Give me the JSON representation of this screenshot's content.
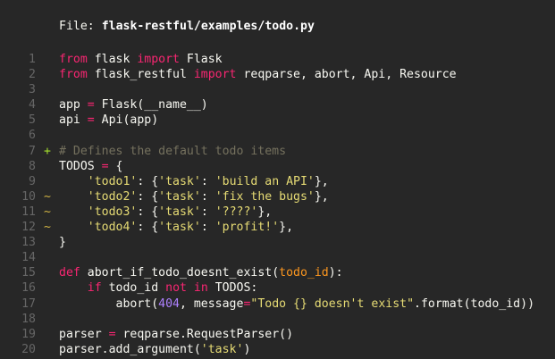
{
  "header": {
    "label": "File:",
    "path": "flask-restful/examples/todo.py"
  },
  "colors": {
    "background": "#272727",
    "plain": "#f8f8f2",
    "header_path": "#ffffff",
    "keyword": "#f92672",
    "string": "#e6db74",
    "comment": "#75715e",
    "number": "#ae81ff",
    "param": "#fd971f",
    "line_number": "#666666",
    "marker_add": "#a6e22e",
    "marker_mod": "#d0b344"
  },
  "lines": [
    {
      "n": "1",
      "m": "",
      "t": [
        [
          "k",
          "from"
        ],
        [
          "p",
          " flask "
        ],
        [
          "k",
          "import"
        ],
        [
          "p",
          " Flask"
        ]
      ]
    },
    {
      "n": "2",
      "m": "",
      "t": [
        [
          "k",
          "from"
        ],
        [
          "p",
          " flask_restful "
        ],
        [
          "k",
          "import"
        ],
        [
          "p",
          " reqparse, abort, Api, Resource"
        ]
      ]
    },
    {
      "n": "3",
      "m": "",
      "t": []
    },
    {
      "n": "4",
      "m": "",
      "t": [
        [
          "p",
          "app "
        ],
        [
          "k",
          "="
        ],
        [
          "p",
          " Flask(__name__)"
        ]
      ]
    },
    {
      "n": "5",
      "m": "",
      "t": [
        [
          "p",
          "api "
        ],
        [
          "k",
          "="
        ],
        [
          "p",
          " Api(app)"
        ]
      ]
    },
    {
      "n": "6",
      "m": "",
      "t": []
    },
    {
      "n": "7",
      "m": "+",
      "t": [
        [
          "c",
          "# Defines the default todo items"
        ]
      ]
    },
    {
      "n": "8",
      "m": "",
      "t": [
        [
          "p",
          "TODOS "
        ],
        [
          "k",
          "="
        ],
        [
          "p",
          " {"
        ]
      ]
    },
    {
      "n": "9",
      "m": "",
      "t": [
        [
          "p",
          "    "
        ],
        [
          "s",
          "'todo1'"
        ],
        [
          "p",
          ": {"
        ],
        [
          "s",
          "'task'"
        ],
        [
          "p",
          ": "
        ],
        [
          "s",
          "'build an API'"
        ],
        [
          "p",
          "},"
        ]
      ]
    },
    {
      "n": "10",
      "m": "~",
      "t": [
        [
          "p",
          "    "
        ],
        [
          "s",
          "'todo2'"
        ],
        [
          "p",
          ": {"
        ],
        [
          "s",
          "'task'"
        ],
        [
          "p",
          ": "
        ],
        [
          "s",
          "'fix the bugs'"
        ],
        [
          "p",
          "},"
        ]
      ]
    },
    {
      "n": "11",
      "m": "~",
      "t": [
        [
          "p",
          "    "
        ],
        [
          "s",
          "'todo3'"
        ],
        [
          "p",
          ": {"
        ],
        [
          "s",
          "'task'"
        ],
        [
          "p",
          ": "
        ],
        [
          "s",
          "'????'"
        ],
        [
          "p",
          "},"
        ]
      ]
    },
    {
      "n": "12",
      "m": "~",
      "t": [
        [
          "p",
          "    "
        ],
        [
          "s",
          "'todo4'"
        ],
        [
          "p",
          ": {"
        ],
        [
          "s",
          "'task'"
        ],
        [
          "p",
          ": "
        ],
        [
          "s",
          "'profit!'"
        ],
        [
          "p",
          "},"
        ]
      ]
    },
    {
      "n": "13",
      "m": "",
      "t": [
        [
          "p",
          "}"
        ]
      ]
    },
    {
      "n": "14",
      "m": "",
      "t": []
    },
    {
      "n": "15",
      "m": "",
      "t": [
        [
          "k",
          "def"
        ],
        [
          "p",
          " abort_if_todo_doesnt_exist("
        ],
        [
          "o",
          "todo_id"
        ],
        [
          "p",
          "):"
        ]
      ]
    },
    {
      "n": "16",
      "m": "",
      "t": [
        [
          "p",
          "    "
        ],
        [
          "k",
          "if"
        ],
        [
          "p",
          " todo_id "
        ],
        [
          "k",
          "not in"
        ],
        [
          "p",
          " TODOS:"
        ]
      ]
    },
    {
      "n": "17",
      "m": "",
      "t": [
        [
          "p",
          "        abort("
        ],
        [
          "n",
          "404"
        ],
        [
          "p",
          ", message"
        ],
        [
          "k",
          "="
        ],
        [
          "s",
          "\"Todo {} doesn't exist\""
        ],
        [
          "p",
          ".format(todo_id))"
        ]
      ]
    },
    {
      "n": "18",
      "m": "",
      "t": []
    },
    {
      "n": "19",
      "m": "",
      "t": [
        [
          "p",
          "parser "
        ],
        [
          "k",
          "="
        ],
        [
          "p",
          " reqparse.RequestParser()"
        ]
      ]
    },
    {
      "n": "20",
      "m": "",
      "t": [
        [
          "p",
          "parser.add_argument("
        ],
        [
          "s",
          "'task'"
        ],
        [
          "p",
          ")"
        ]
      ]
    }
  ]
}
